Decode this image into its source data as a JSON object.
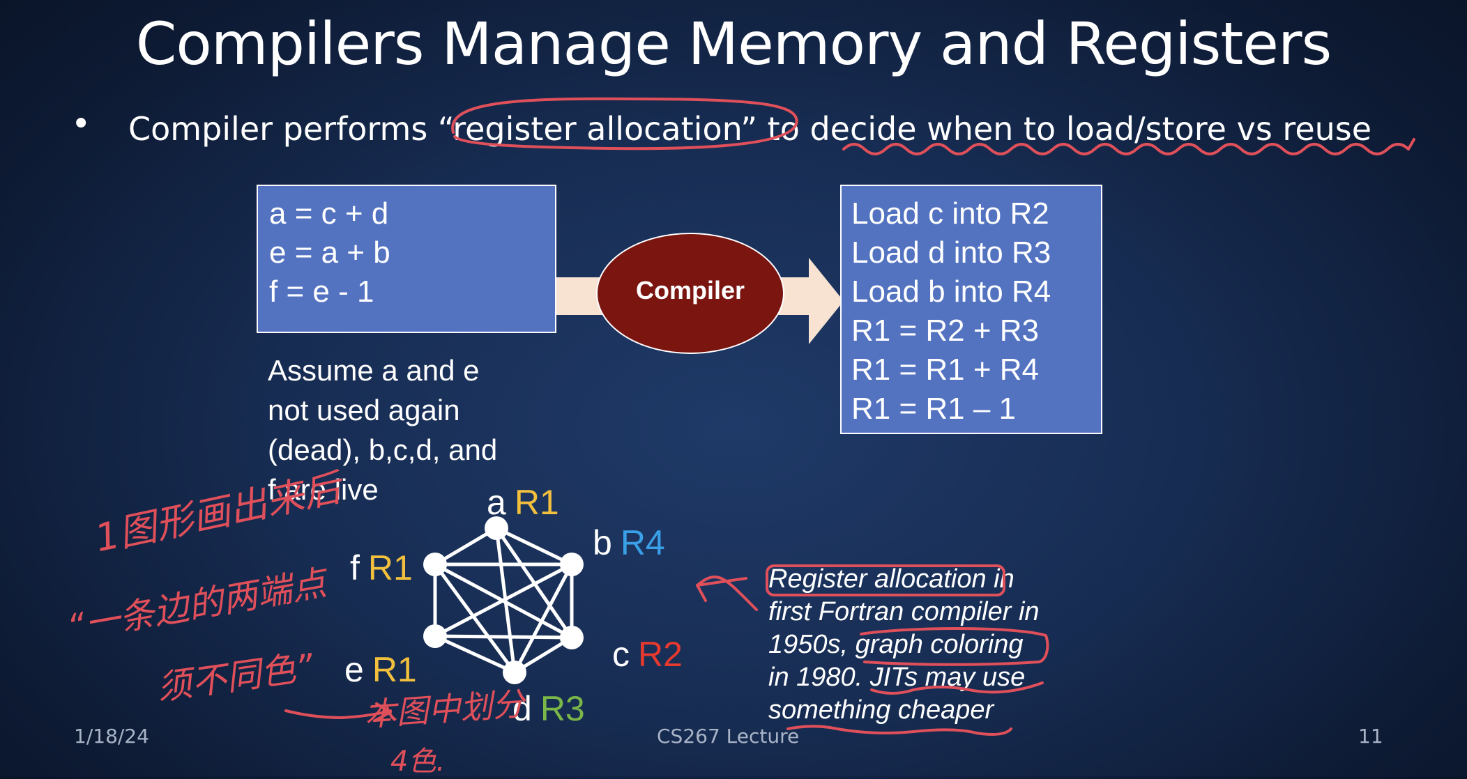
{
  "slide": {
    "title": "Compilers Manage Memory and Registers",
    "bullet": "Compiler performs “register allocation” to decide when to load/store vs reuse",
    "source_code": [
      "a = c + d",
      "e = a + b",
      "f = e - 1"
    ],
    "compiler_label": "Compiler",
    "output_code": [
      "Load c into R2",
      "Load d into R3",
      "Load b into R4",
      "R1 = R2 + R3",
      "R1 = R1 + R4",
      "R1 = R1 –  1"
    ],
    "assumption": [
      "Assume a and e",
      "not used again",
      "(dead), b,c,d, and",
      "f are live"
    ],
    "graph_nodes": [
      {
        "var": "a",
        "reg": "R1",
        "color": "#f2c03d"
      },
      {
        "var": "b",
        "reg": "R4",
        "color": "#3aa0e8"
      },
      {
        "var": "c",
        "reg": "R2",
        "color": "#e8392f"
      },
      {
        "var": "d",
        "reg": "R3",
        "color": "#7ab648"
      },
      {
        "var": "e",
        "reg": "R1",
        "color": "#f2c03d"
      },
      {
        "var": "f",
        "reg": "R1",
        "color": "#f2c03d"
      }
    ],
    "note": [
      "Register allocation in",
      "first Fortran compiler in",
      "1950s, graph coloring",
      "in 1980. JITs may use",
      "something cheaper"
    ],
    "footer": {
      "date": "1/18/24",
      "course": "CS267 Lecture",
      "page": "11"
    }
  },
  "handwriting": {
    "line1": "1图形画出来后",
    "line2": "“一条边的两端点",
    "line3": "须不同色”",
    "line4": "本图中划分",
    "line5": "4色."
  },
  "colors": {
    "box_fill": "#5373c1",
    "compiler_fill": "#7a1510",
    "arrow_fill": "#f8e3d3",
    "ink": "#e0505a"
  }
}
